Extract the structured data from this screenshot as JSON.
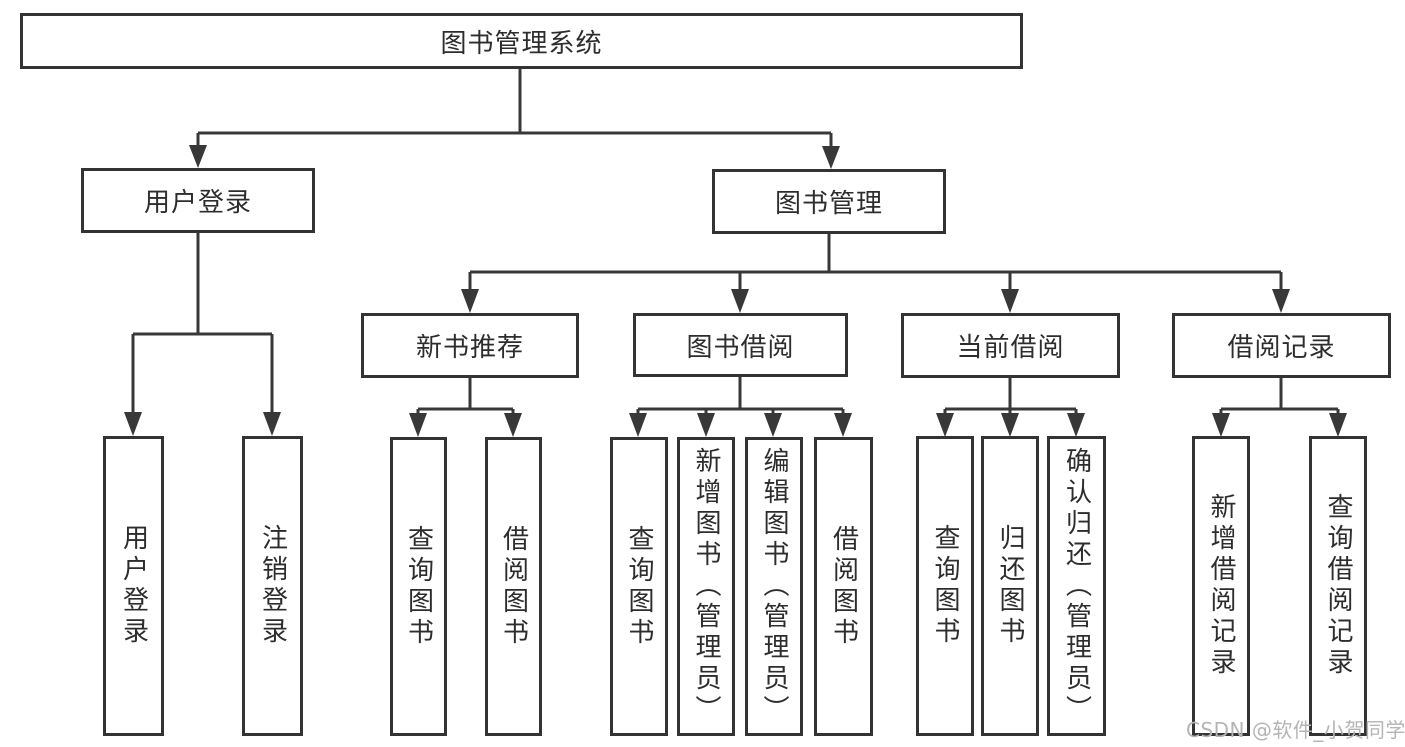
{
  "palette": {
    "line": "#383838",
    "box_border": "#333333",
    "text": "#2d2d2d",
    "watermark": "#b4b4b4",
    "background": "#ffffff"
  },
  "tree": {
    "root": {
      "label": "图书管理系统"
    },
    "branches": [
      {
        "label": "用户登录",
        "children": [
          {
            "label": "用户登录"
          },
          {
            "label": "注销登录"
          }
        ]
      },
      {
        "label": "图书管理",
        "children": [
          {
            "label": "新书推荐",
            "children": [
              {
                "label": "查询图书"
              },
              {
                "label": "借阅图书"
              }
            ]
          },
          {
            "label": "图书借阅",
            "children": [
              {
                "label": "查询图书"
              },
              {
                "label": "新增图书（管理员）"
              },
              {
                "label": "编辑图书（管理员）"
              },
              {
                "label": "借阅图书"
              }
            ]
          },
          {
            "label": "当前借阅",
            "children": [
              {
                "label": "查询图书"
              },
              {
                "label": "归还图书"
              },
              {
                "label": "确认归还（管理员）"
              }
            ]
          },
          {
            "label": "借阅记录",
            "children": [
              {
                "label": "新增借阅记录"
              },
              {
                "label": "查询借阅记录"
              }
            ]
          }
        ]
      }
    ]
  },
  "watermark": {
    "text": "CSDN @软件_小贺同学"
  }
}
